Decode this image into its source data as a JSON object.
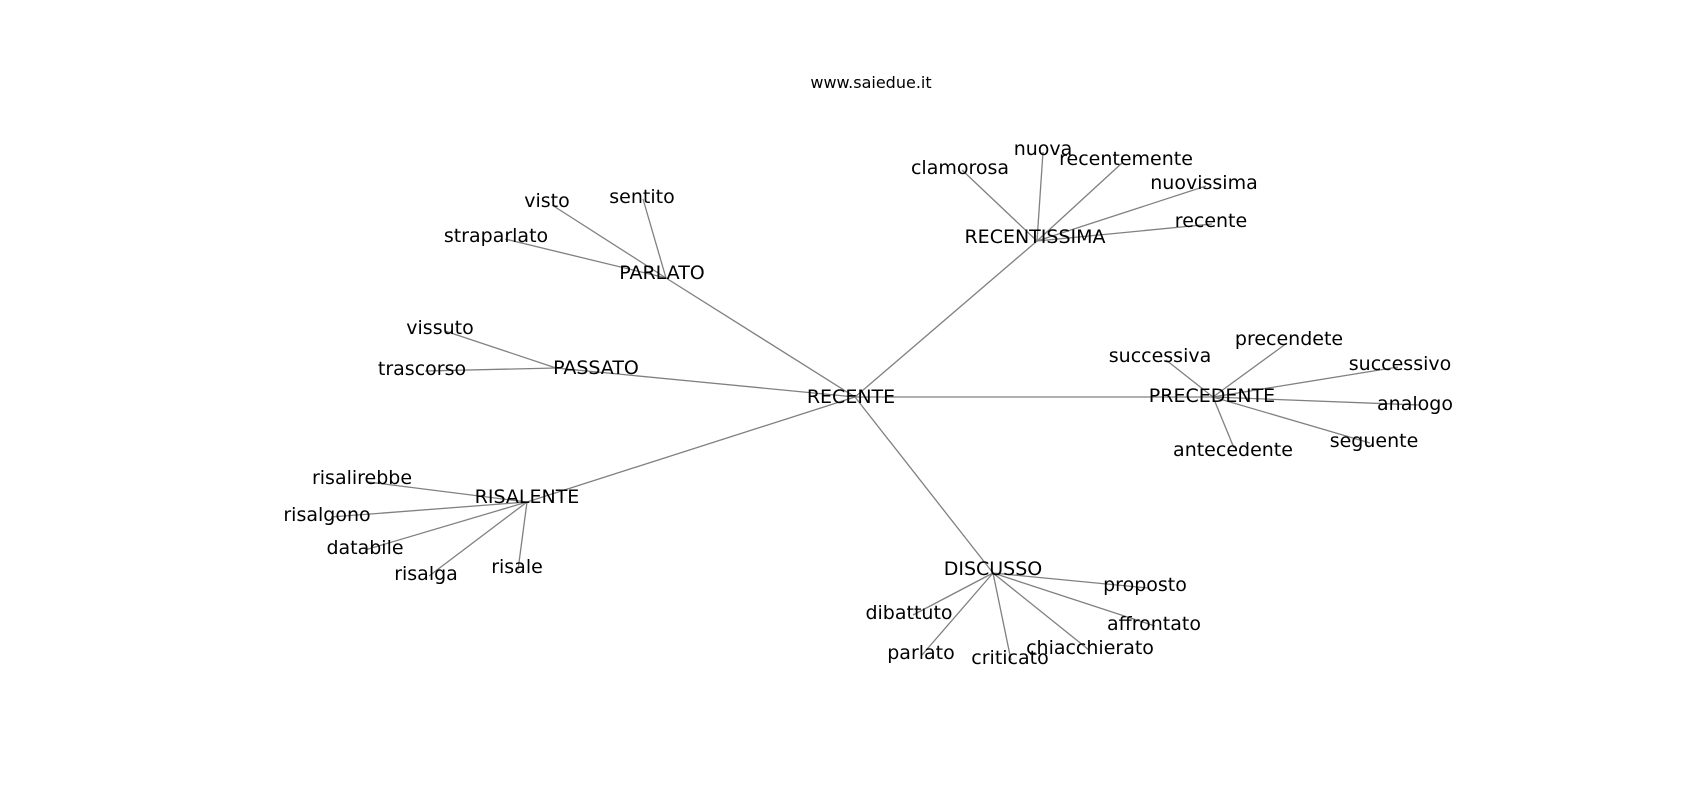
{
  "site_title": "www.saiedue.it",
  "center": "RECENTE",
  "edge_color": "#808080",
  "groups": [
    {
      "hub": "RECENTISSIMA",
      "words": [
        "clamorosa",
        "nuova",
        "recentemente",
        "nuovissima",
        "recente"
      ]
    },
    {
      "hub": "PARLATO",
      "words": [
        "visto",
        "sentito",
        "straparlato"
      ]
    },
    {
      "hub": "PASSATO",
      "words": [
        "vissuto",
        "trascorso"
      ]
    },
    {
      "hub": "PRECEDENTE",
      "words": [
        "successiva",
        "precendete",
        "successivo",
        "analogo",
        "seguente",
        "antecedente"
      ]
    },
    {
      "hub": "RISALENTE",
      "words": [
        "risalirebbe",
        "risalgono",
        "databile",
        "risalga",
        "risale"
      ]
    },
    {
      "hub": "DISCUSSO",
      "words": [
        "proposto",
        "dibattuto",
        "affrontato",
        "chiacchierato",
        "parlato",
        "criticato"
      ]
    }
  ]
}
